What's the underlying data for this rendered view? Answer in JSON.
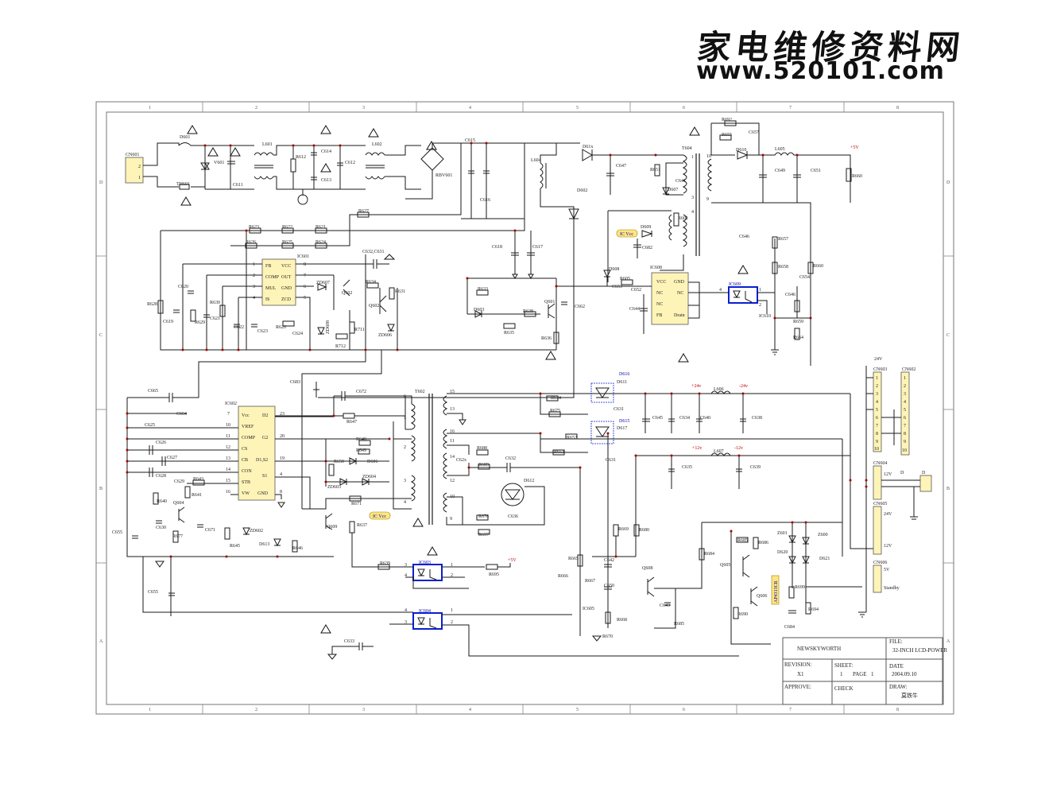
{
  "watermark": {
    "name_cn": "家电维修资料网",
    "url": "www.520101.com"
  },
  "grid": {
    "columns": [
      "1",
      "2",
      "3",
      "4",
      "5",
      "6",
      "7",
      "8"
    ],
    "rows": [
      "D",
      "C",
      "B",
      "A"
    ]
  },
  "title_block": {
    "company": "NEWSKYWORTH",
    "file_label": "FILE:",
    "file_value": "32-INCH LCD-POWER",
    "revision_label": "REVISION:",
    "revision_value": "X1",
    "sheet_label": "SHEET:",
    "sheet_value": "1",
    "page_label": "PAGE",
    "page_value": "1",
    "date_label": "DATE",
    "date_value": "2004.09.10",
    "approve_label": "APPROVE:",
    "check_label": "CHECK",
    "draw_label": "DRAW:",
    "draw_value": "莫铁牛"
  },
  "ics": {
    "ic601": {
      "ref": "IC601",
      "pins_left": [
        "FB",
        "COMP",
        "MUL",
        "IS"
      ],
      "pins_right": [
        "VCC",
        "OUT",
        "GND",
        "ZCD"
      ],
      "nums_left": [
        "1",
        "2",
        "3",
        "4"
      ],
      "nums_right": [
        "8",
        "7",
        "6",
        "5"
      ]
    },
    "ic602": {
      "ref": "IC602",
      "pins_left": [
        "Vcc",
        "VREF",
        "COMP",
        "CS",
        "CB",
        "CON",
        "STB",
        "VW"
      ],
      "pins_right": [
        "D2",
        "G2",
        "D1,S2",
        "S1",
        "GND"
      ],
      "nums_left": [
        "7",
        "10",
        "11",
        "12",
        "13",
        "14",
        "15",
        "16"
      ],
      "nums_right": [
        "23",
        "20",
        "19",
        "4",
        "8"
      ]
    },
    "ic608": {
      "ref": "IC608",
      "pins_left": [
        "VCC",
        "NC",
        "NC",
        "FB"
      ],
      "pins_right": [
        "GND",
        "NC",
        "Drain"
      ]
    }
  },
  "labels": {
    "cn601": "CN601",
    "d601": "D601",
    "v601": "V601",
    "th601": "TH601",
    "l601": "L601",
    "c611": "C611",
    "r612": "R612",
    "c614": "C614",
    "c613": "C613",
    "c612": "C612",
    "l602": "L602",
    "rbv601": "RBV601",
    "c615": "C615",
    "c616": "C616",
    "l604": "L604",
    "d61x": "D61x",
    "c647": "C647",
    "d602": "D602",
    "t604": "T604",
    "r651": "R651",
    "c641": "C641",
    "d607": "D607",
    "r692": "R692",
    "c657": "C657",
    "r655": "R655",
    "d610": "D610",
    "l605": "L605",
    "plus5v": "+5V",
    "c649": "C649",
    "c651": "C651",
    "r660": "R660",
    "r601": "R601",
    "d609": "D609",
    "icvcc": "IC Vcc",
    "c682": "C682",
    "c646a": "C646",
    "r657": "R657",
    "r658": "R658",
    "r660b": "R660",
    "c654": "C654",
    "c646b": "C646",
    "r659": "R659",
    "r664": "R664",
    "ic609": "IC609",
    "ic610": "IC610",
    "d608": "D608",
    "r605": "R605",
    "c653": "C653",
    "c652": "C652",
    "c644": "C644",
    "r627": "R627",
    "r623": "R623",
    "r622": "R622",
    "r621": "R621",
    "r626": "R626",
    "r625": "R625",
    "r624": "R624",
    "c618": "C618",
    "c617": "C617",
    "c632": "C632,C631",
    "r628": "R628",
    "c619": "C619",
    "c620": "C620",
    "r629": "R629",
    "c621": "C621",
    "r630": "R630",
    "c622": "C622",
    "c623": "C623",
    "r620": "R620",
    "c624": "C624",
    "zd607": "ZD607",
    "q602": "Q602",
    "r634": "R634",
    "q602b": "Q602",
    "r631": "R631",
    "zd608": "ZD608",
    "r711": "R711",
    "r712": "R712",
    "zd606": "ZD606",
    "r633": "R633",
    "d603": "D603",
    "r638": "R638",
    "q601": "Q601",
    "c662": "C662",
    "r635": "R635",
    "r636": "R636",
    "c665": "C665",
    "c664": "C664",
    "c625": "C625",
    "c626": "C626",
    "c627": "C627",
    "c628": "C628",
    "c629": "C629",
    "r643": "R643",
    "r641": "R641",
    "r640": "R640",
    "q604": "Q604",
    "c630": "C630",
    "r677": "R677",
    "c671": "C671",
    "c655": "C655",
    "c655b": "C655",
    "r645": "R645",
    "zd602": "ZD602",
    "d613": "D613",
    "r646": "R646",
    "c683": "C683",
    "c672": "C672",
    "r647": "R647",
    "t602": "T602",
    "r648": "R648",
    "r649": "R649",
    "r650": "R650",
    "d606": "D606",
    "zd604": "ZD604",
    "zd603": "ZD603",
    "r671": "R671",
    "icvcc2": "IC Vcc",
    "q609": "Q609",
    "r637": "R637",
    "r639": "R639",
    "ic603": "IC603",
    "r695": "R695",
    "plus5v2": "+5V",
    "ic604": "IC604",
    "c633": "C633",
    "r674": "R674",
    "r675": "R675",
    "d616": "D616",
    "d611": "D611",
    "c631": "C631",
    "r652": "R652",
    "r653": "R653",
    "d615": "D615",
    "d617": "D617",
    "c631b": "C631",
    "r688": "R688",
    "r689": "R689",
    "c62x": "C62x",
    "c632b": "C632",
    "d612": "D612",
    "r678": "R678",
    "r697": "R697",
    "c636": "C636",
    "plus24v": "+24v",
    "l606": "L606",
    "minus24v": "-24v",
    "c645": "C645",
    "c634": "C634",
    "c640": "C640",
    "c638": "C638",
    "plus12v": "+12v",
    "l607": "L607",
    "minus12v": "-12v",
    "c635": "C635",
    "c639": "C639",
    "r669": "R669",
    "r680": "R680",
    "r665": "R665",
    "r666": "R666",
    "c642": "C642",
    "r667": "R667",
    "c650": "C650",
    "ic605": "IC605",
    "r668": "R668",
    "r670": "R670",
    "q608": "Q608",
    "c643": "C643",
    "r685": "R685",
    "r684": "R684",
    "r685b": "R685",
    "r686": "R686",
    "q605": "Q605",
    "q606": "Q606",
    "r690": "R690",
    "z601": "Z601",
    "z600": "Z600",
    "d620": "D620",
    "d621": "D621",
    "r699": "R699",
    "r694": "R694",
    "c684": "C684",
    "zener_box": "AP4313CR",
    "cn603": "CN603",
    "cn602": "CN602",
    "v24": "24V",
    "cn604": "CN604",
    "v12": "12V",
    "cn605": "CN605",
    "v24b": "24V",
    "v12b": "12V",
    "cn606": "CN606",
    "v5": "5V",
    "standby": "Standby",
    "d_a": "D",
    "d_b": "D"
  }
}
